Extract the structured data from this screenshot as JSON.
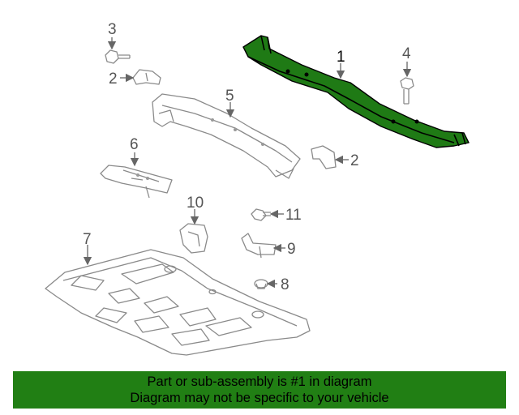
{
  "callouts": {
    "c1": "1",
    "c2a": "2",
    "c2b": "2",
    "c3": "3",
    "c4": "4",
    "c5": "5",
    "c6": "6",
    "c7": "7",
    "c8": "8",
    "c9": "9",
    "c10": "10",
    "c11": "11"
  },
  "highlight_color": "#217f14",
  "banner": {
    "line1": "Part or sub-assembly is #1 in diagram",
    "line2": "Diagram may not be specific to your vehicle"
  }
}
